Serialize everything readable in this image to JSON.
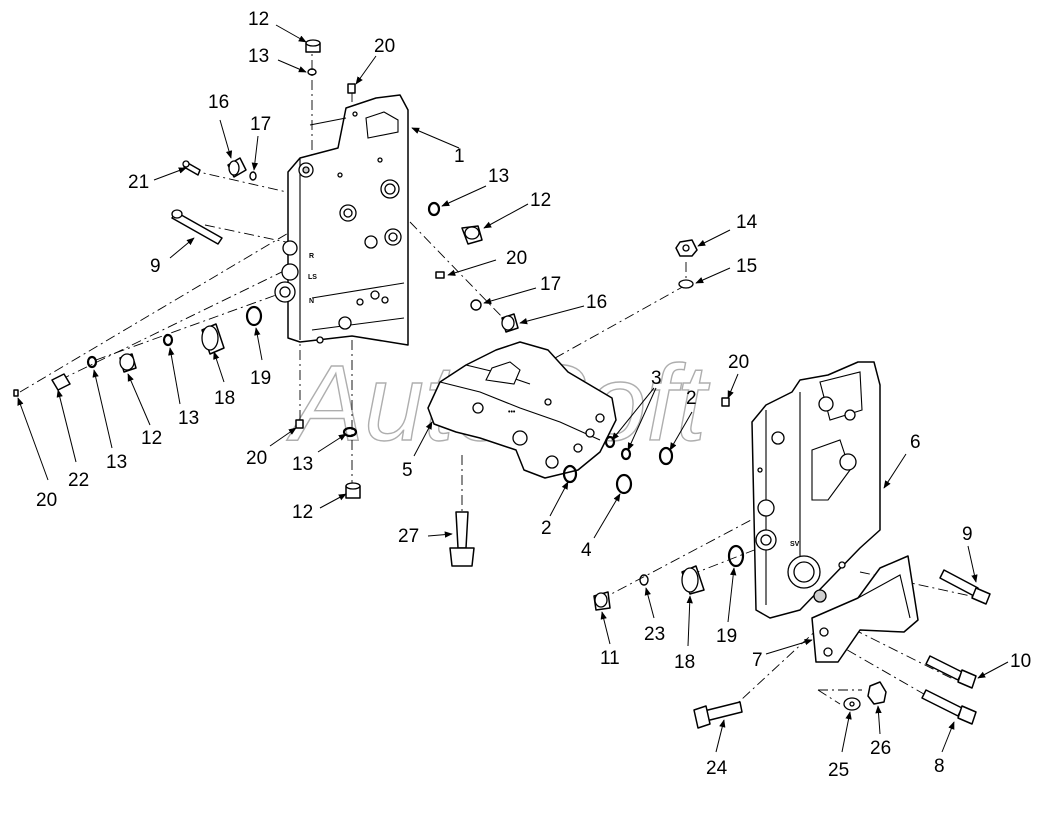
{
  "diagram": {
    "watermark": "AutoSoft",
    "body_marks": {
      "r": "R",
      "ls": "LS",
      "n": "N",
      "dots": "•••",
      "sv": "SV"
    },
    "callouts": [
      "1",
      "2",
      "2",
      "3",
      "4",
      "5",
      "6",
      "7",
      "8",
      "9",
      "9",
      "10",
      "11",
      "12",
      "12",
      "12",
      "12",
      "13",
      "13",
      "13",
      "13",
      "13",
      "14",
      "15",
      "16",
      "16",
      "17",
      "17",
      "18",
      "18",
      "19",
      "19",
      "20",
      "20",
      "20",
      "20",
      "20",
      "21",
      "22",
      "23",
      "24",
      "25",
      "26",
      "27"
    ]
  }
}
